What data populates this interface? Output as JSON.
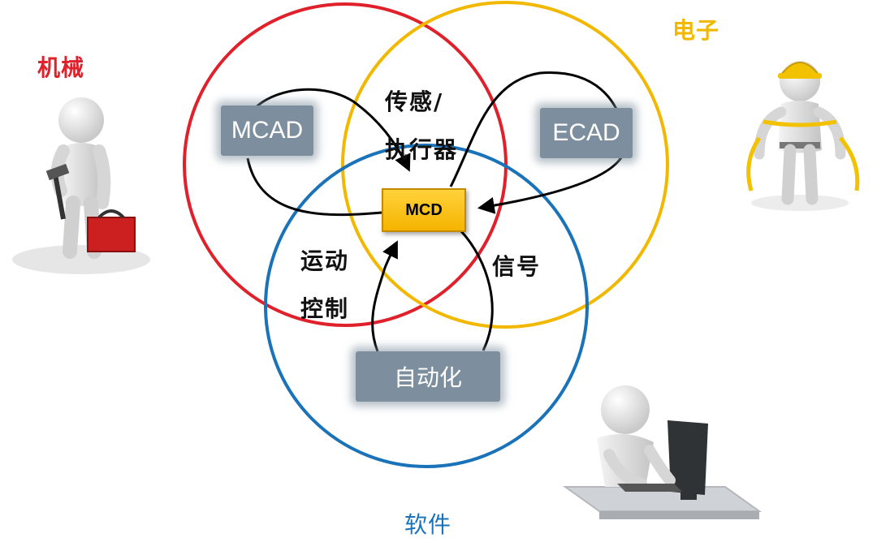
{
  "domains": {
    "mechanical": {
      "label": "机械",
      "color": "#e0202a"
    },
    "electrical": {
      "label": "电子",
      "color": "#f2b800"
    },
    "software": {
      "label": "软件",
      "color": "#1a72b8"
    }
  },
  "tools": {
    "mcad": "MCAD",
    "ecad": "ECAD",
    "automation": "自动化"
  },
  "center": {
    "label": "MCD"
  },
  "overlaps": {
    "sensor_actuator": [
      "传感/",
      "执行器"
    ],
    "motion_control": [
      "运动",
      "控制"
    ],
    "signal": "信号"
  },
  "icons": [
    "mechanic-figure-icon",
    "electrician-figure-icon",
    "programmer-figure-icon",
    "arrow-icon"
  ]
}
